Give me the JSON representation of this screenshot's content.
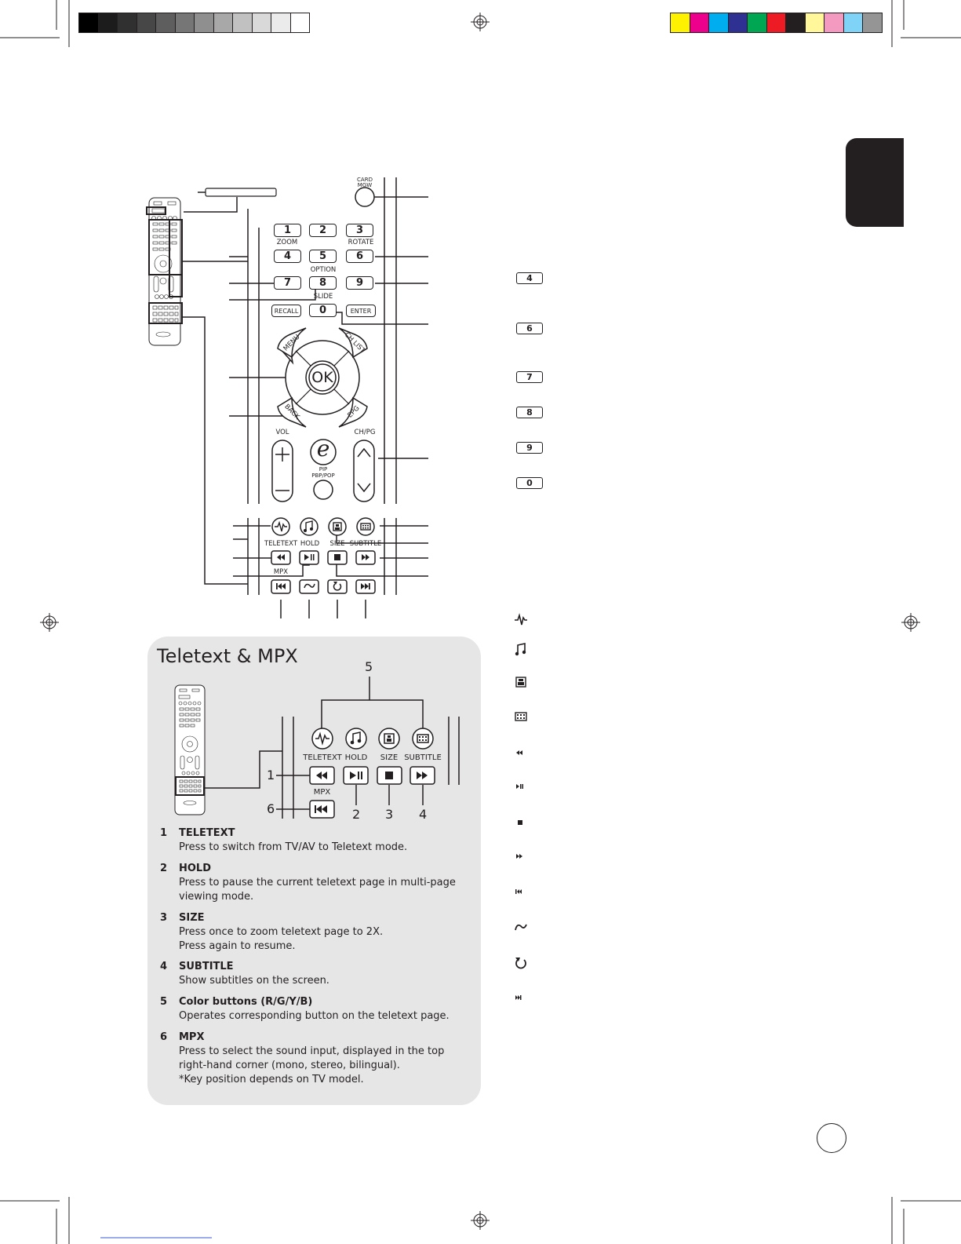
{
  "colors": {
    "grayscale_bar": [
      "#000000",
      "#1c1c1c",
      "#303030",
      "#474747",
      "#5e5e5e",
      "#767676",
      "#8f8f8f",
      "#a8a8a8",
      "#c1c1c1",
      "#d9d9d9",
      "#ebebeb",
      "#ffffff"
    ],
    "color_bar": [
      "#fff200",
      "#ec008c",
      "#00aeef",
      "#2e3192",
      "#00a651",
      "#ed1c24",
      "#231f20",
      "#fff799",
      "#f49ac1",
      "#7fd3f7",
      "#959595"
    ],
    "panel_bg": "#e7e6e6",
    "ink": "#231f20",
    "side_tab": "#231f20"
  },
  "remote": {
    "card_label_1": "CARD",
    "card_label_2": "MGW",
    "keys": [
      "1",
      "2",
      "3",
      "4",
      "5",
      "6",
      "7",
      "8",
      "9",
      "0"
    ],
    "recall": "RECALL",
    "enter": "ENTER",
    "zoom": "ZOOM",
    "rotate": "ROTATE",
    "option": "OPTION",
    "slide": "SLIDE",
    "ok": "OK",
    "menu": "MENU",
    "ch_list": "CH LIST",
    "back": "BACK",
    "epg": "EPG",
    "vol": "VOL",
    "ch_pg": "CH/PG",
    "e_key": "e",
    "pip_1": "PIP",
    "pip_2": "PBP/POP",
    "teletext": "TELETEXT",
    "hold": "HOLD",
    "size": "SIZE",
    "subtitle": "SUBTITLE",
    "mpx": "MPX"
  },
  "legend_keys": [
    "4",
    "6",
    "7",
    "8",
    "9",
    "0"
  ],
  "legend_icons": [
    "teletext-icon",
    "hold-icon",
    "size-icon",
    "subtitle-icon",
    "rewind-icon",
    "play-pause-icon",
    "stop-icon",
    "fast-forward-icon",
    "skip-back-icon",
    "repeat-icon",
    "refresh-icon",
    "skip-forward-icon"
  ],
  "teletext_panel": {
    "title": "Teletext & MPX",
    "callouts": {
      "c1": "1",
      "c2": "2",
      "c3": "3",
      "c4": "4",
      "c5": "5",
      "c6": "6"
    },
    "labels": {
      "teletext": "TELETEXT",
      "hold": "HOLD",
      "size": "SIZE",
      "subtitle": "SUBTITLE",
      "mpx": "MPX"
    },
    "items": [
      {
        "num": "1",
        "title": "TELETEXT",
        "desc": "Press to switch from TV/AV to Teletext mode."
      },
      {
        "num": "2",
        "title": "HOLD",
        "desc": "Press to pause the current teletext page in multi-page viewing mode."
      },
      {
        "num": "3",
        "title": "SIZE",
        "desc": "Press once to zoom teletext page to 2X.\nPress again to resume."
      },
      {
        "num": "4",
        "title": "SUBTITLE",
        "desc": "Show subtitles on the screen."
      },
      {
        "num": "5",
        "title": "Color buttons (R/G/Y/B)",
        "desc": "Operates corresponding button on the teletext page."
      },
      {
        "num": "6",
        "title": "MPX",
        "desc": "Press to select the sound input, displayed in the top right-hand corner (mono, stereo, bilingual).\n*Key position depends on TV model."
      }
    ]
  }
}
